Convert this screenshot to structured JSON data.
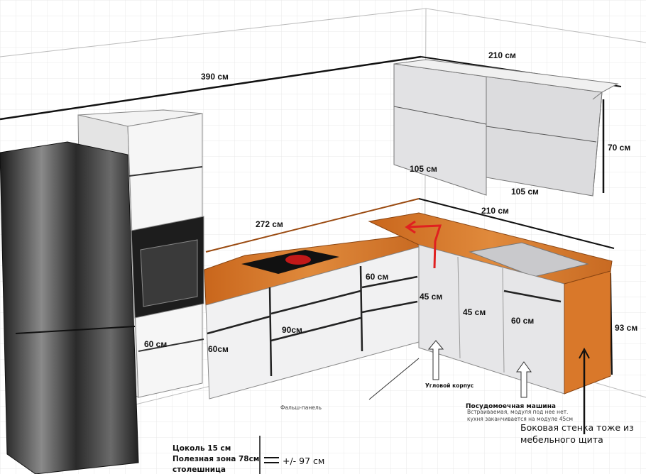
{
  "dimensions": {
    "back_wall_total": "390 см",
    "right_wall_upper_total": "210 см",
    "upper_height": "70 см",
    "upper_left_width": "105 см",
    "upper_right_width": "105 см",
    "counter_left_length": "272 см",
    "counter_right_length": "210 см",
    "drawer_60_corner": "60 см",
    "corner_module": "45 см",
    "module_45": "45 см",
    "module_60_right": "60 см",
    "counter_height": "93 см",
    "column_60": "60 см",
    "drawer_60": "60см",
    "drawer_90": "90см"
  },
  "labels": {
    "corner_cabinet": "Угловой корпус",
    "false_panel": "Фальш-панель",
    "dishwasher_title": "Посудомоечная машина",
    "dishwasher_note_1": "Встраиваемая, модуля под нее нет.",
    "dishwasher_note_2": "кухня заканчивается на модуле 45см",
    "side_panel_1": "Боковая стенка тоже из",
    "side_panel_2": "мебельного щита"
  },
  "summary": {
    "plinth": "Цоколь 15 см",
    "useful_zone": "Полезная зона 78см",
    "countertop": "столешница",
    "total": "+/- 97 см"
  },
  "colors": {
    "countertop": "#d9782a",
    "cabinet": "#e9e9ea",
    "red_marker": "#e02020",
    "fridge": "#3a3a3a"
  }
}
